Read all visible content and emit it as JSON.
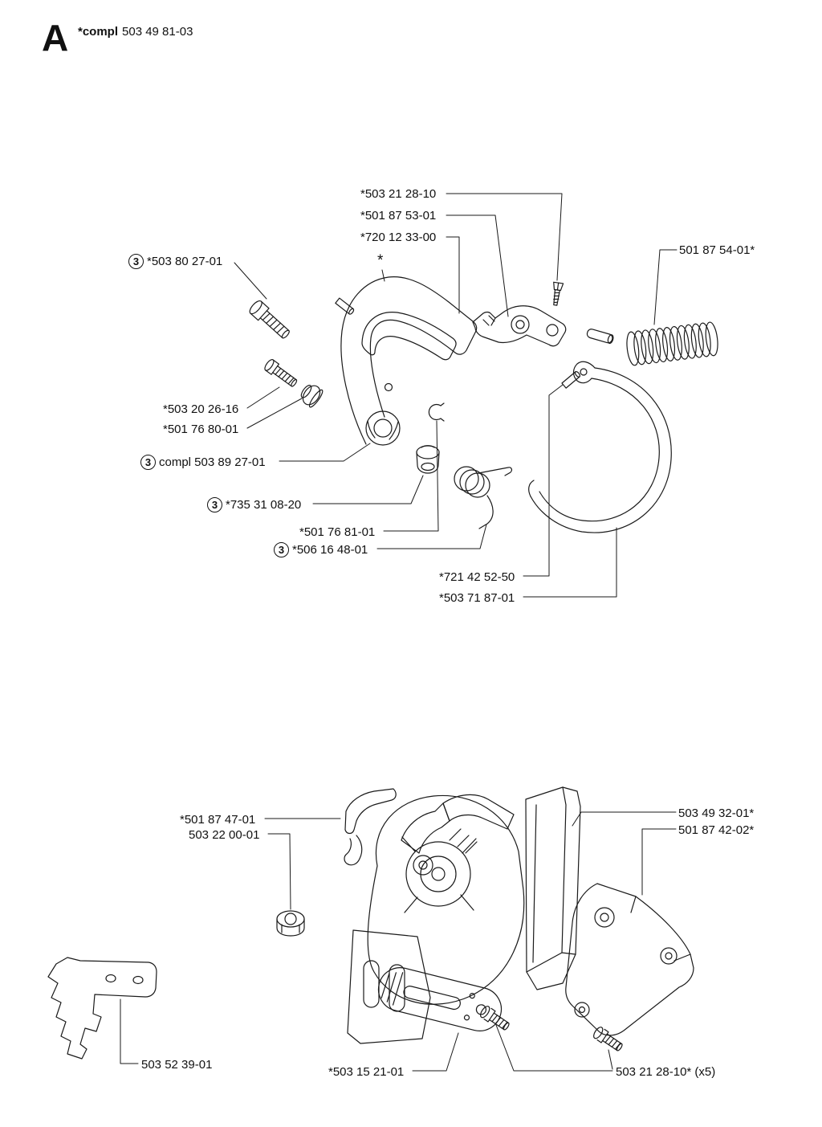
{
  "header": {
    "section_letter": "A",
    "compl_bold": "*compl",
    "compl_number": "503 49 81-03"
  },
  "labels": [
    {
      "text": "*503 21 28-10"
    },
    {
      "text": "*501 87 53-01"
    },
    {
      "text": "*720 12 33-00"
    },
    {
      "text": "501 87 54-01*"
    },
    {
      "qty": "3",
      "text": "*503 80 27-01"
    },
    {
      "text": "*"
    },
    {
      "text": "*503 20 26-16"
    },
    {
      "text": "*501 76 80-01"
    },
    {
      "qty": "3",
      "text": "compl 503 89 27-01"
    },
    {
      "qty": "3",
      "text": "*735 31 08-20"
    },
    {
      "text": "*501 76 81-01"
    },
    {
      "qty": "3",
      "text": "*506 16 48-01"
    },
    {
      "text": "*721 42 52-50"
    },
    {
      "text": "*503 71 87-01"
    },
    {
      "text": "*501 87 47-01"
    },
    {
      "text": "503 22 00-01"
    },
    {
      "text": "503 49 32-01*"
    },
    {
      "text": "501 87 42-02*"
    },
    {
      "text": "503 52 39-01"
    },
    {
      "text": "*503 15 21-01"
    },
    {
      "text": "503 21 28-10* (x5)"
    }
  ]
}
